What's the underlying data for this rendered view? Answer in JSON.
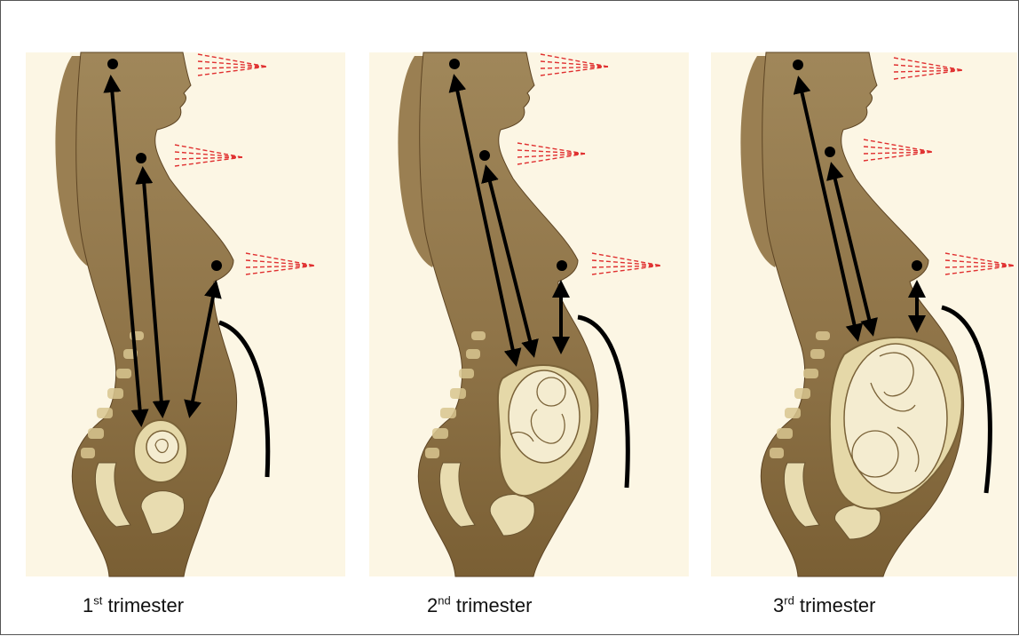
{
  "captions": [
    {
      "number": "1",
      "suffix": "st",
      "label": " trimester"
    },
    {
      "number": "2",
      "suffix": "nd",
      "label": " trimester"
    },
    {
      "number": "3",
      "suffix": "rd",
      "label": " trimester"
    }
  ],
  "colors": {
    "panel_background": "#fcf6e4",
    "body": "#8f7448",
    "arrows": "#000000",
    "rays": "#e03030"
  }
}
